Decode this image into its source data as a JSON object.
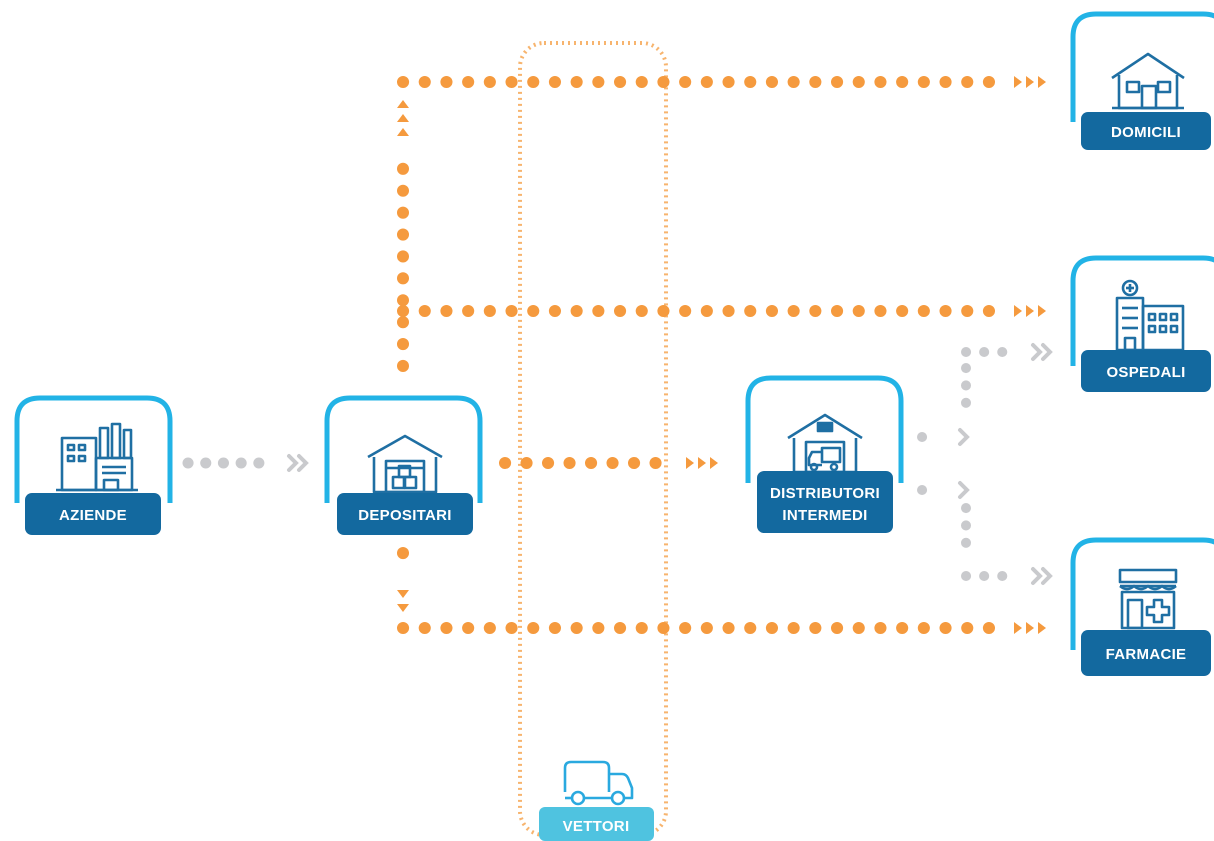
{
  "colors": {
    "frame": "#22b3e6",
    "label_bg": "#13699f",
    "icon": "#1f6fa3",
    "icon_light": "#2aa9df",
    "flow": "#f59a3e",
    "flow_secondary": "#c9cacd",
    "carrier": "#4fc3e0"
  },
  "nodes": {
    "aziende": {
      "label": "AZIENDE",
      "icon": "factory-icon"
    },
    "depositari": {
      "label": "DEPOSITARI",
      "icon": "warehouse-icon"
    },
    "distributori": {
      "label_line1": "DISTRIBUTORI",
      "label_line2": "INTERMEDI",
      "icon": "warehouse-truck-icon"
    },
    "domicili": {
      "label": "DOMICILI",
      "icon": "house-icon"
    },
    "ospedali": {
      "label": "OSPEDALI",
      "icon": "hospital-icon"
    },
    "farmacie": {
      "label": "FARMACIE",
      "icon": "pharmacy-icon"
    },
    "vettori": {
      "label": "VETTORI",
      "icon": "truck-icon"
    }
  }
}
